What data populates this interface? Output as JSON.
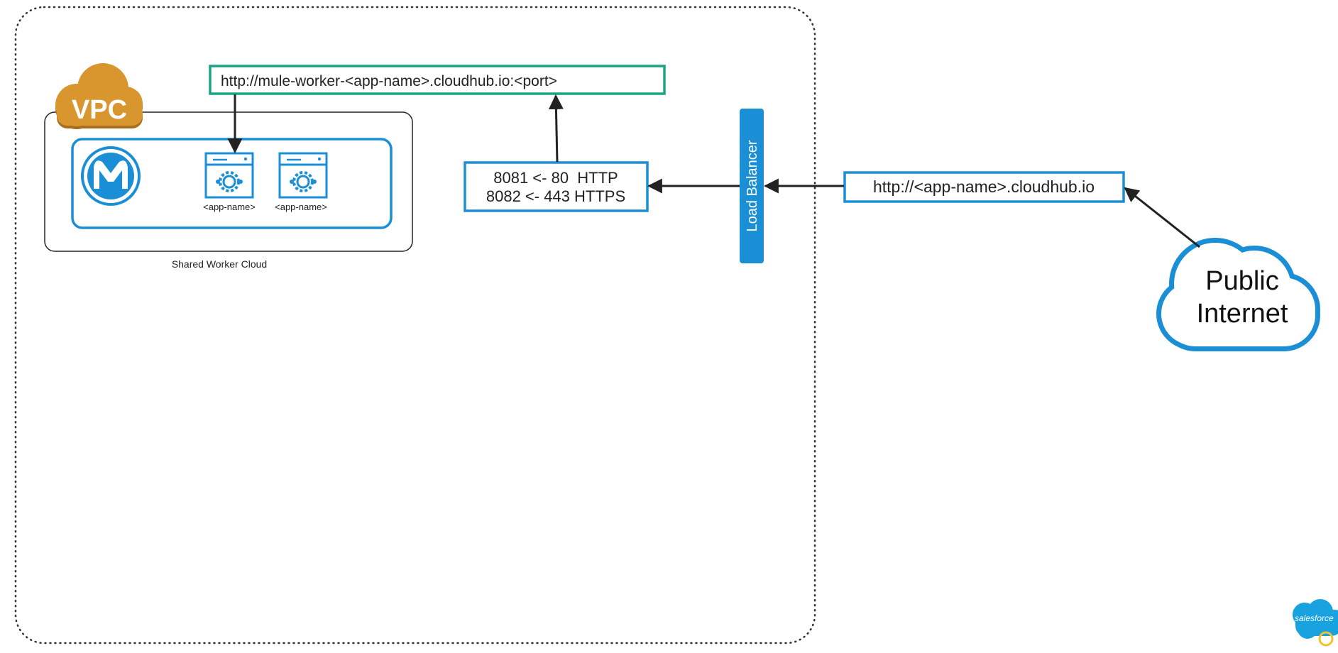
{
  "colors": {
    "blue": "#1a8fd6",
    "teal": "#1aa386",
    "vpc_gold": "#d9962e",
    "vpc_shadow": "#a86e1c",
    "dark": "#222222",
    "dotted": "#333333",
    "salesforce_blue": "#19a2e0"
  },
  "vpc": {
    "label": "VPC"
  },
  "worker_cloud": {
    "caption": "Shared Worker Cloud",
    "apps": [
      {
        "label": "<app-name>"
      },
      {
        "label": "<app-name>"
      }
    ]
  },
  "internal_url": {
    "text": "http://mule-worker-<app-name>.cloudhub.io:<port>"
  },
  "port_mapping": {
    "line1": "8081 <- 80  HTTP",
    "line2": "8082 <- 443 HTTPS"
  },
  "load_balancer": {
    "label": "Load Balancer"
  },
  "public_url": {
    "text": "http://<app-name>.cloudhub.io"
  },
  "public_internet": {
    "line1": "Public",
    "line2": "Internet"
  },
  "salesforce_logo": {
    "text": "salesforce"
  }
}
